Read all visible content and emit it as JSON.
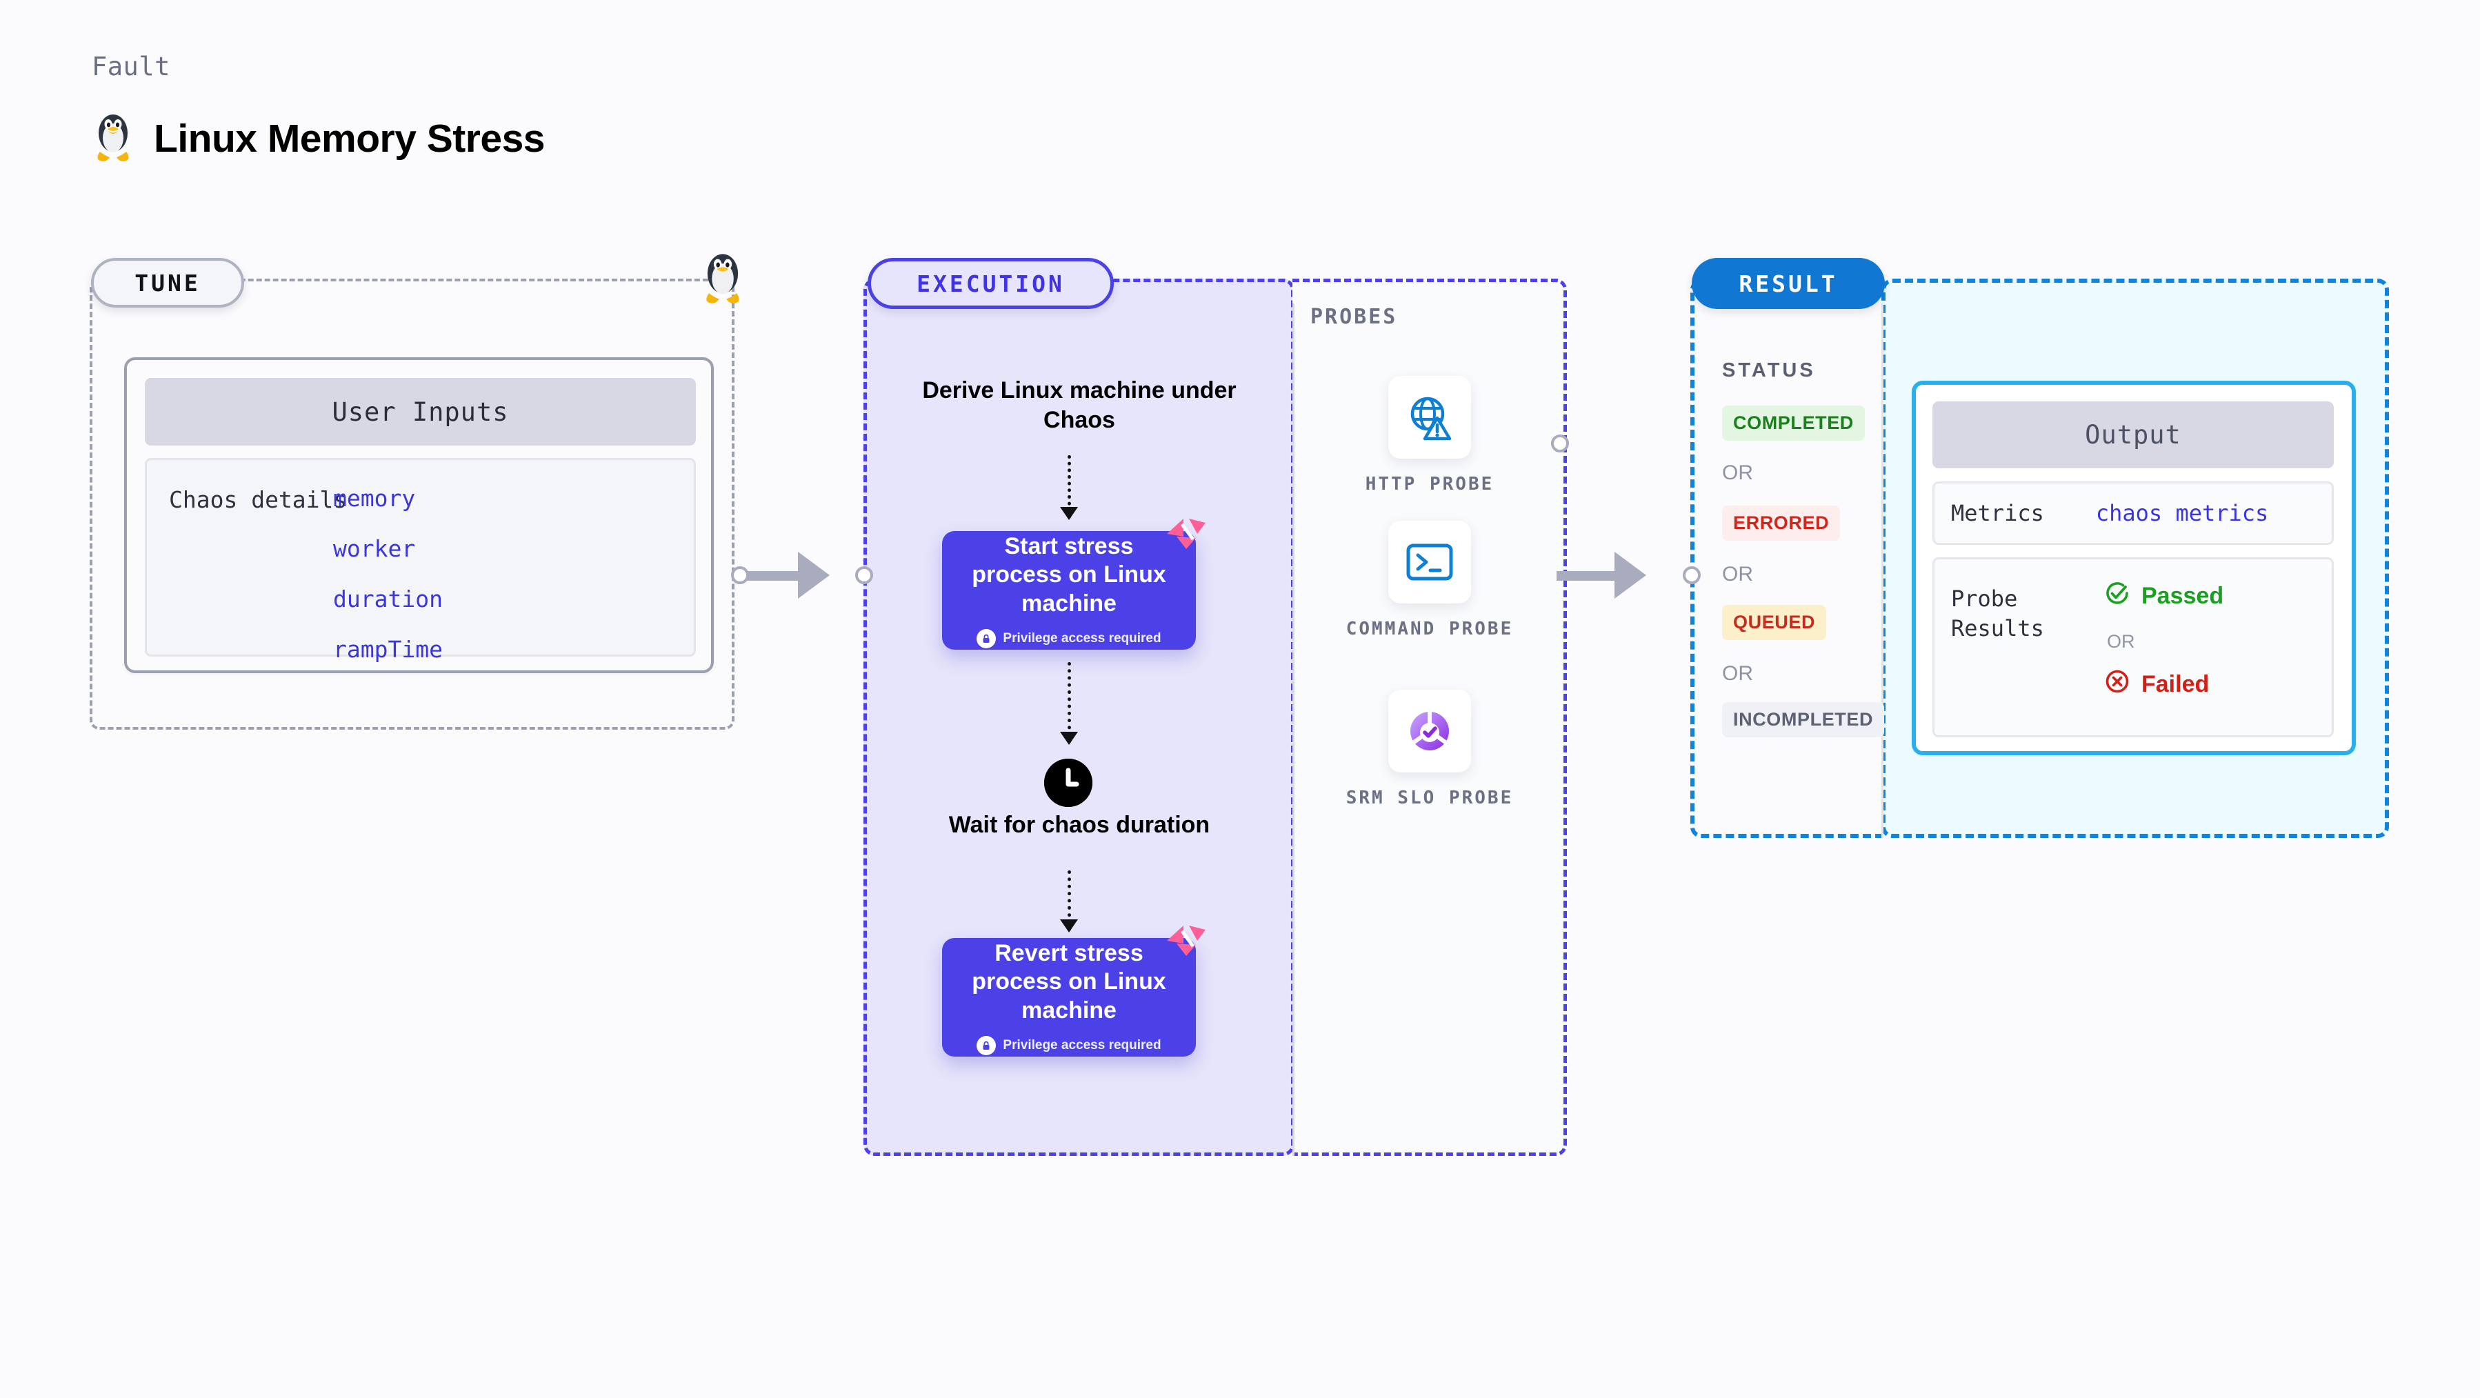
{
  "header": {
    "kicker": "Fault",
    "title": "Linux Memory Stress",
    "icon": "linux-penguin-icon"
  },
  "tune": {
    "label": "TUNE",
    "user_inputs": {
      "header": "User Inputs",
      "field_label": "Chaos details",
      "values": [
        "memory",
        "worker",
        "duration",
        "rampTime"
      ]
    }
  },
  "execution": {
    "label": "EXECUTION",
    "nodes": {
      "derive": "Derive Linux machine under Chaos",
      "start_card": {
        "title": "Start stress process on Linux machine",
        "privilege": "Privilege access required"
      },
      "wait": "Wait for chaos duration",
      "revert_card": {
        "title": "Revert stress process on Linux machine",
        "privilege": "Privilege access required"
      }
    }
  },
  "probes": {
    "title": "PROBES",
    "items": [
      {
        "label": "HTTP PROBE",
        "icon": "globe-warning-icon"
      },
      {
        "label": "COMMAND PROBE",
        "icon": "terminal-icon"
      },
      {
        "label": "SRM SLO PROBE",
        "icon": "slo-check-icon"
      }
    ]
  },
  "result": {
    "label": "RESULT",
    "status_title": "STATUS",
    "or_text": "OR",
    "statuses": [
      {
        "label": "COMPLETED",
        "color": "#19801b",
        "bg": "#e2f6e2"
      },
      {
        "label": "ERRORED",
        "color": "#d4251b",
        "bg": "#fceeec"
      },
      {
        "label": "QUEUED",
        "color": "#c62a20",
        "bg": "#fbf0c9"
      },
      {
        "label": "INCOMPLETED",
        "color": "#5b6073",
        "bg": "#f0f1f6"
      }
    ],
    "output": {
      "header": "Output",
      "metrics_label": "Metrics",
      "metrics_value": "chaos metrics",
      "probe_results_label": "Probe\nResults",
      "passed": "Passed",
      "failed": "Failed",
      "or_text": "OR"
    }
  },
  "colors": {
    "execution_purple": "#4b41e6",
    "execution_bg": "#e6e5fb",
    "result_blue": "#1078d2",
    "output_border": "#29b0ea",
    "output_bg": "#ecfbff",
    "harness_pink": "#ff5f96",
    "mono_accent": "#3a35e0",
    "connector_gray": "#a9abbe"
  }
}
